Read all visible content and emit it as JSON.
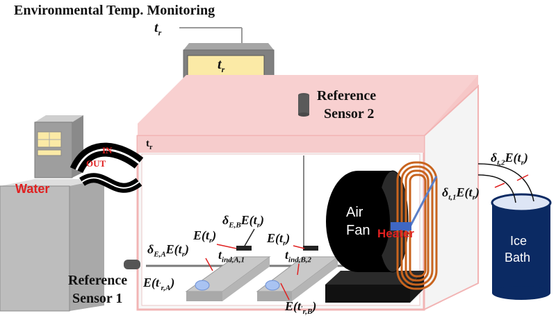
{
  "title": "Environmental Temp. Monitoring",
  "tr_label": "t",
  "tr_sub": "r",
  "reference_sensor_2": [
    "Reference",
    "Sensor 2"
  ],
  "reference_sensor_1": [
    "Reference",
    "Sensor 1"
  ],
  "chamber_temp": {
    "t": "t",
    "sub": "r"
  },
  "water": "Water",
  "in_label": "IN",
  "out_label": "OUT",
  "air_fan": [
    "Air",
    "Fan"
  ],
  "heater": "Heater",
  "ice_bath": [
    "Ice",
    "Bath"
  ],
  "delta_t2": {
    "main": "δ",
    "sub": "t,2",
    "rest": "E(t",
    "rsub": "r",
    "close": ")"
  },
  "delta_t1": {
    "main": "δ",
    "sub": "t,1",
    "rest": "E(t",
    "rsub": "r",
    "close": ")"
  },
  "delta_EB": {
    "main": "δ",
    "sub": "E,B",
    "rest": "E(t",
    "rsub": "r",
    "close": ")"
  },
  "delta_EA": {
    "main": "δ",
    "sub": "E,A",
    "rest": "E(t",
    "rsub": "r",
    "close": ")"
  },
  "E_tr_A": {
    "rest": "E(t",
    "rsub": "r",
    "close": ")"
  },
  "E_tr_B": {
    "rest": "E(t",
    "rsub": "r",
    "close": ")"
  },
  "t_ind_A1": {
    "t": "t",
    "sub": "ind,A,1"
  },
  "t_ind_B2": {
    "t": "t",
    "sub": "ind,B,2"
  },
  "E_trA_prime": {
    "rest": "E(t",
    "rsub": "r,A",
    "prime": "′",
    "close": ")"
  },
  "E_trB_prime": {
    "rest": "E(t",
    "rsub": "r,B",
    "prime": "′",
    "close": ")"
  },
  "colors": {
    "chamber_top": "#f8d0d0",
    "chamber_front_border": "#f2b4b4",
    "display_fill": "#fbeaa6",
    "instrument_gray": "#7f7f7f",
    "coil": "#c8641e",
    "ice_bath": "#0b2a63",
    "water_body": "#bfbfbf",
    "label_red": "#e02020"
  }
}
